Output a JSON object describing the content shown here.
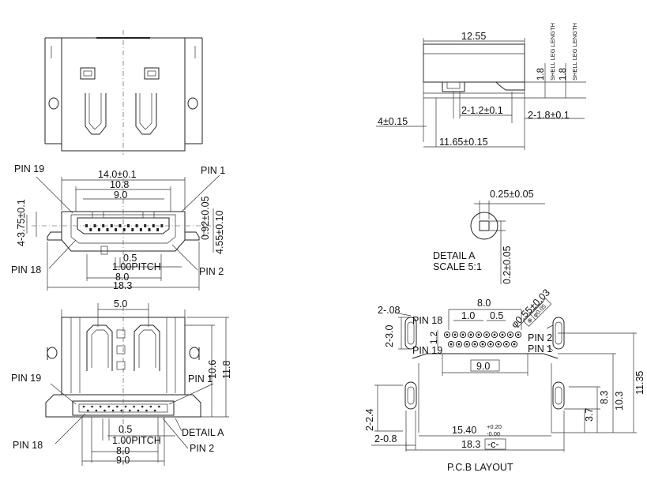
{
  "front_view": {
    "pin19": "PIN 19",
    "pin1": "PIN 1",
    "pin18": "PIN 18",
    "pin2": "PIN 2",
    "width_total": "14.0±0.1",
    "width_outer": "10.8",
    "width_inner": "9.0",
    "height_side": "4-3.75±0.1",
    "depth": "0.92±0.05",
    "height_right": "4.55±0.10",
    "pitch_gap": "0.5",
    "pitch": "1.00PITCH",
    "span": "8.0",
    "total": "18.3"
  },
  "bottom_view": {
    "pin19": "PIN 19",
    "pin1": "PIN 1",
    "pin18": "PIN 18",
    "pin2": "PIN 2",
    "top_width": "5.0",
    "h1": "10.6",
    "h2": "11.8",
    "gap": "0.5",
    "pitch": "1.00PITCH",
    "span1": "8.0",
    "span2": "9.0",
    "detail": "DETAIL A"
  },
  "side_view": {
    "length": "12.55",
    "shell1": "1.8",
    "shell1_label": "SHELL LEG LENGTH",
    "shell2": "1.8",
    "shell2_label": "SHELL LEG LENGTH",
    "d1": "2-1.2±0.1",
    "d2": "2-1.8±0.1",
    "d3": "4±0.15",
    "d4": "11.65±0.15"
  },
  "detail_a": {
    "w": "0.25±0.05",
    "h": "0.2±0.05",
    "title": "DETAIL A",
    "scale": "SCALE 5:1"
  },
  "pcb_layout": {
    "a": "2-.08",
    "b": "2-3.0",
    "c": "1.2",
    "pin18": "PIN 18",
    "pin19": "PIN 19",
    "pin2": "PIN 2",
    "pin1": "PIN 1",
    "w8": "8.0",
    "p1": "1.0",
    "p05": "0.5",
    "hole": "0.55±0.03",
    "tol": "0.05",
    "w9": "9.0",
    "h83": "8.3",
    "h103": "10.3",
    "h1135": "11.35",
    "h37": "3.7",
    "d24": "2-2.4",
    "d08": "2-0.8",
    "w1540": "15.40",
    "tol_up": "+0.20",
    "tol_dn": "-0.00",
    "w183": "18.3",
    "ref": "-c-",
    "title": "P.C.B  LAYOUT"
  }
}
